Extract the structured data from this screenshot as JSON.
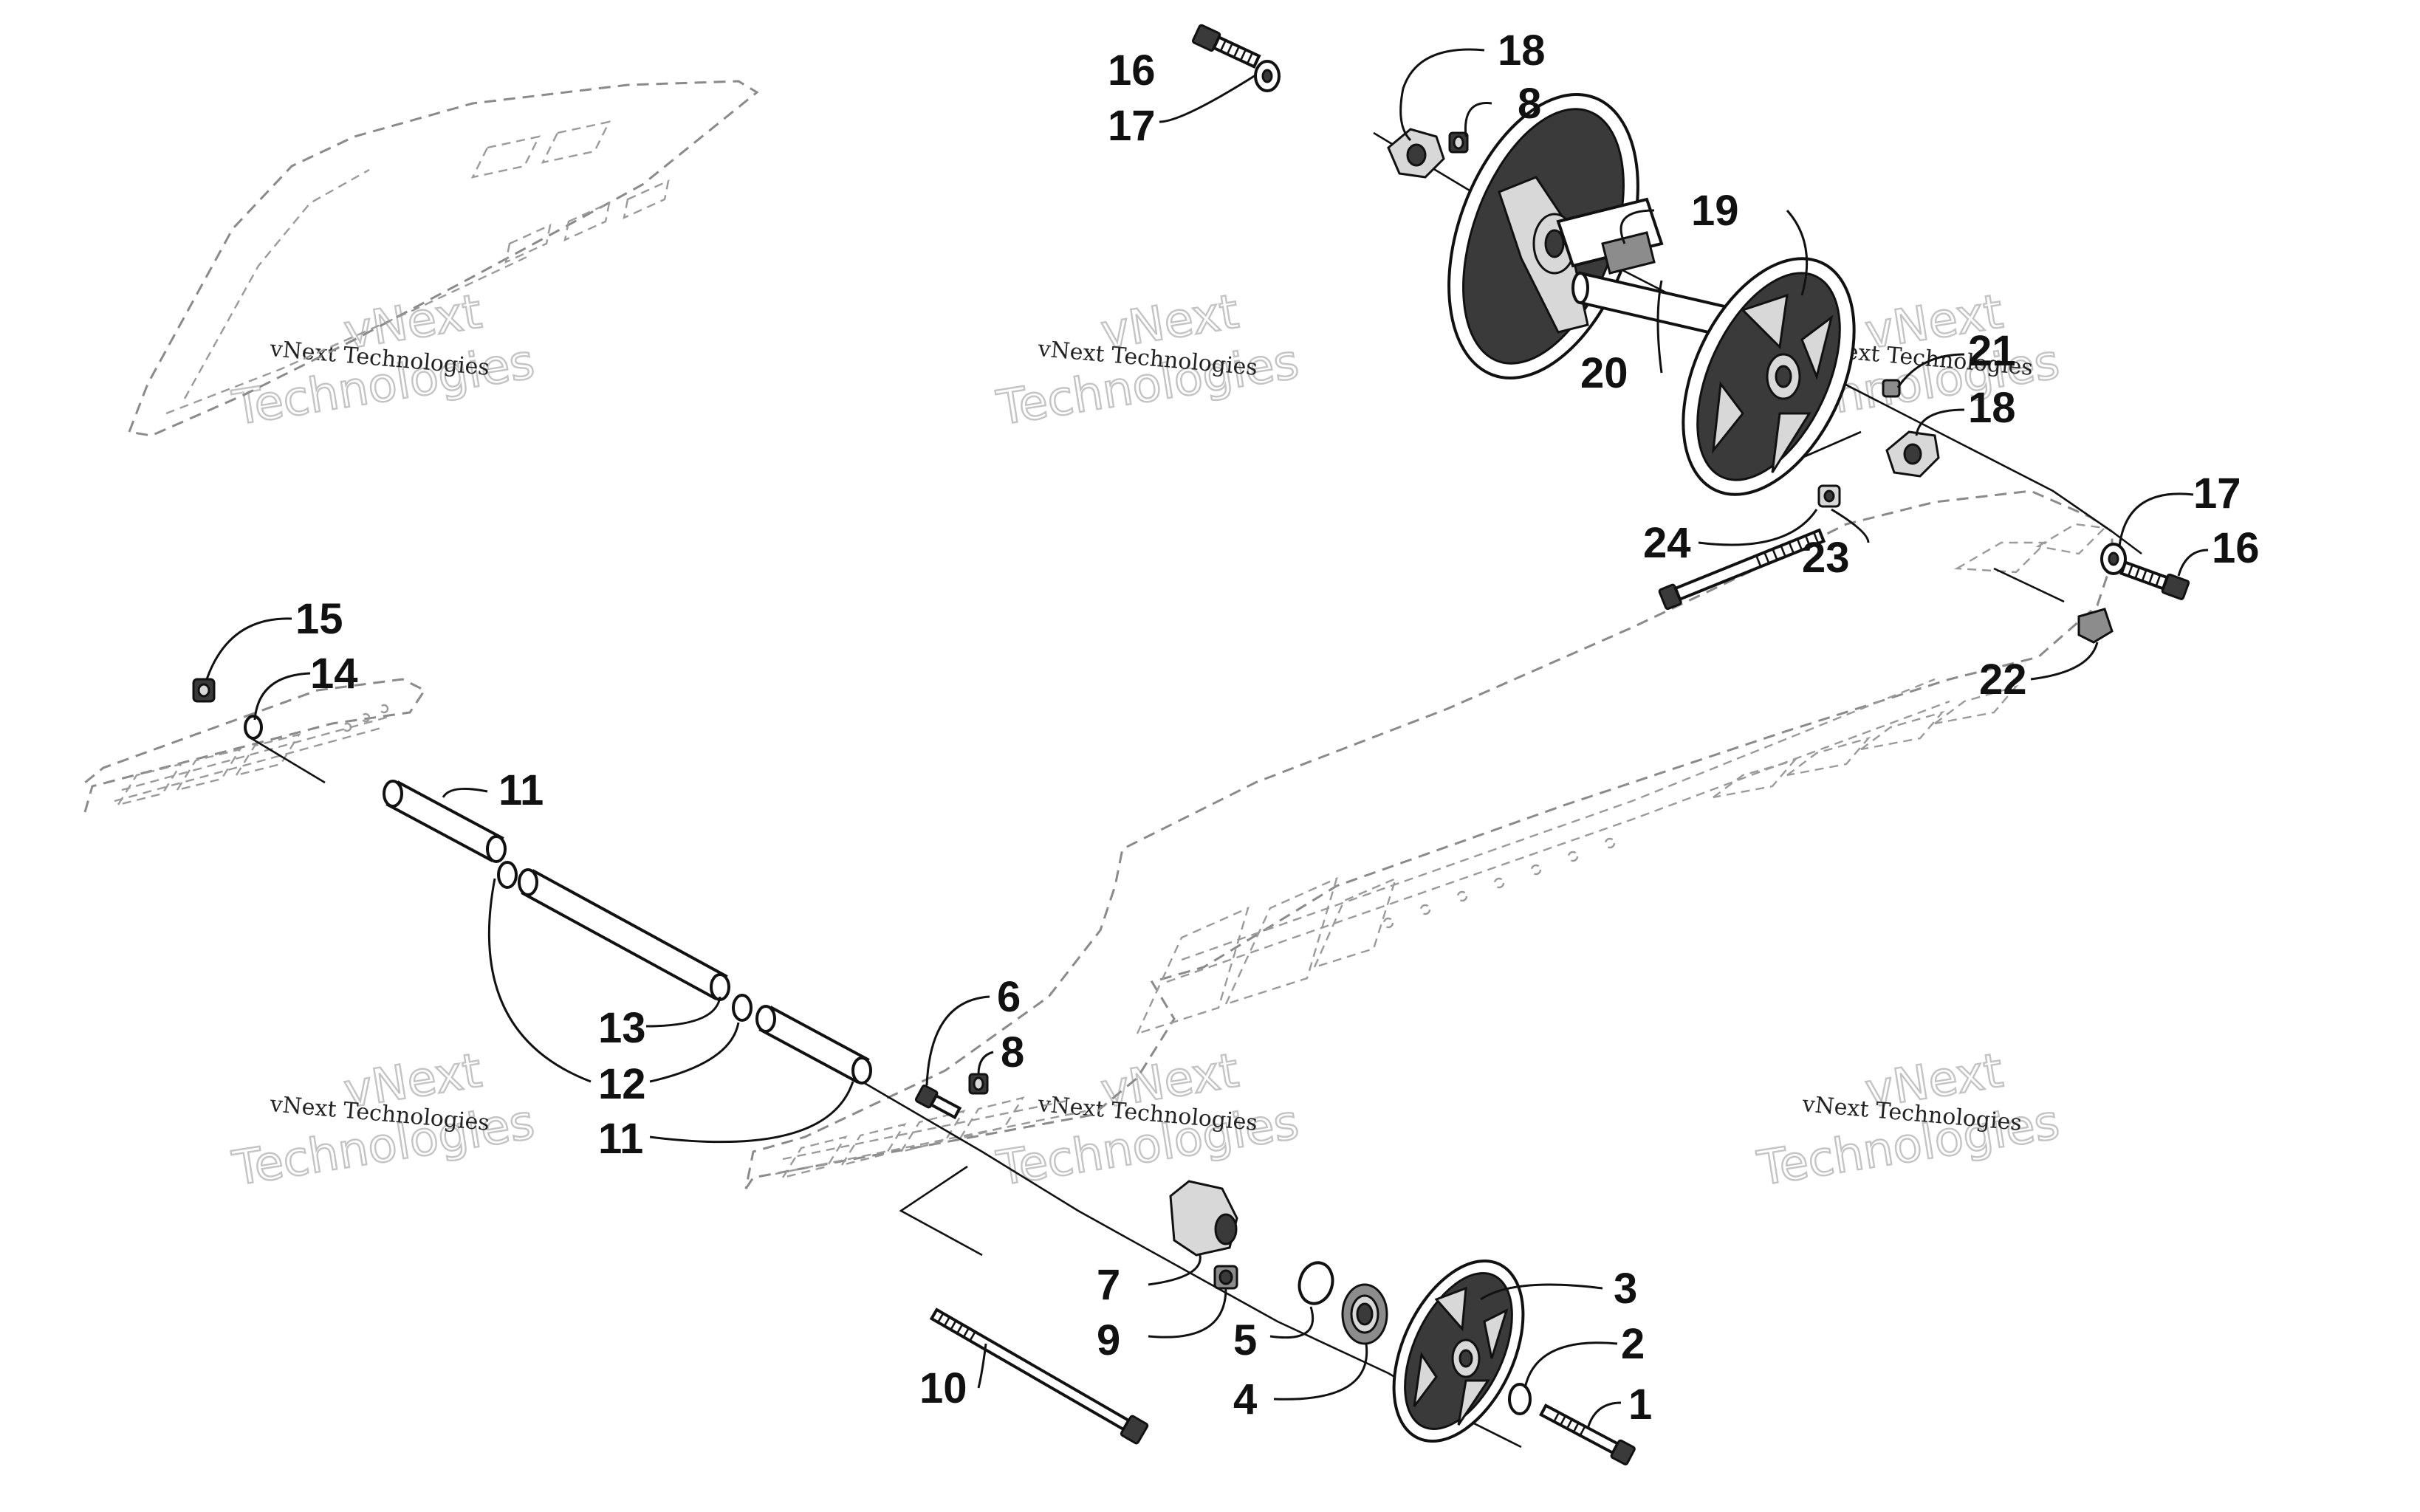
{
  "watermark": {
    "small": "vNext Technologies",
    "big_line1": "vNext",
    "big_line2": "Technologies"
  },
  "callouts": [
    {
      "id": "c16a",
      "text": "16"
    },
    {
      "id": "c17a",
      "text": "17"
    },
    {
      "id": "c18a",
      "text": "18"
    },
    {
      "id": "c8a",
      "text": "8"
    },
    {
      "id": "c19",
      "text": "19"
    },
    {
      "id": "c20",
      "text": "20"
    },
    {
      "id": "c21",
      "text": "21"
    },
    {
      "id": "c18b",
      "text": "18"
    },
    {
      "id": "c17b",
      "text": "17"
    },
    {
      "id": "c16b",
      "text": "16"
    },
    {
      "id": "c24",
      "text": "24"
    },
    {
      "id": "c23",
      "text": "23"
    },
    {
      "id": "c22",
      "text": "22"
    },
    {
      "id": "c15",
      "text": "15"
    },
    {
      "id": "c14",
      "text": "14"
    },
    {
      "id": "c11a",
      "text": "11"
    },
    {
      "id": "c13",
      "text": "13"
    },
    {
      "id": "c12",
      "text": "12"
    },
    {
      "id": "c11b",
      "text": "11"
    },
    {
      "id": "c6",
      "text": "6"
    },
    {
      "id": "c8b",
      "text": "8"
    },
    {
      "id": "c7",
      "text": "7"
    },
    {
      "id": "c9",
      "text": "9"
    },
    {
      "id": "c5",
      "text": "5"
    },
    {
      "id": "c4",
      "text": "4"
    },
    {
      "id": "c3",
      "text": "3"
    },
    {
      "id": "c2",
      "text": "2"
    },
    {
      "id": "c1",
      "text": "1"
    },
    {
      "id": "c10",
      "text": "10"
    }
  ]
}
